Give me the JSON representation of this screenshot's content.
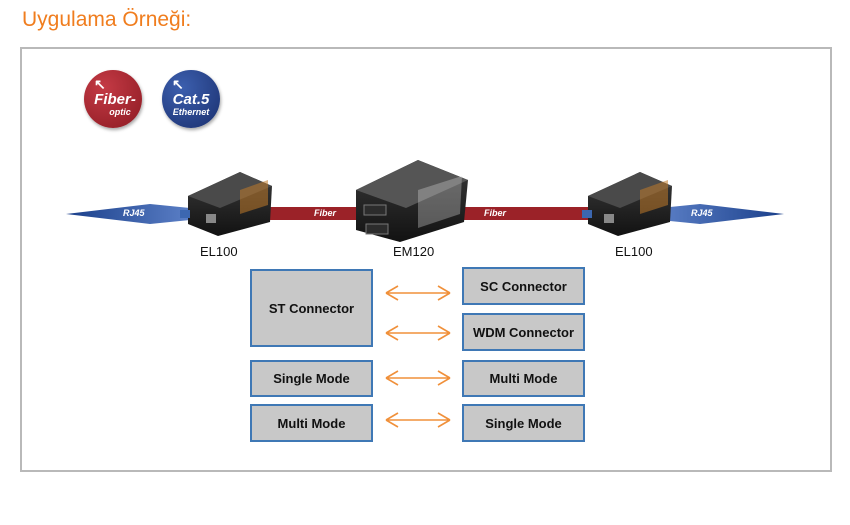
{
  "title": "Uygulama Örneği:",
  "badges": {
    "fiber": {
      "main": "Fiber-",
      "sub": "optic"
    },
    "cat5": {
      "main": "Cat.5",
      "sub": "Ethernet"
    }
  },
  "links": {
    "rj45_left": "RJ45",
    "fiber_left": "Fiber",
    "fiber_right": "Fiber",
    "rj45_right": "RJ45"
  },
  "devices": {
    "left": "EL100",
    "center": "EM120",
    "right": "EL100"
  },
  "conversions": {
    "left": [
      "ST Connector",
      "Single Mode",
      "Multi Mode"
    ],
    "right": [
      "SC Connector",
      "WDM Connector",
      "Multi Mode",
      "Single Mode"
    ]
  },
  "colors": {
    "title": "#f07d1e",
    "fiber_cable": "#9b2228",
    "rj45_arrow": "#1f4f9e",
    "box_border": "#3f78b5",
    "box_fill": "#c8c8c8",
    "double_arrow": "#f0903a"
  }
}
